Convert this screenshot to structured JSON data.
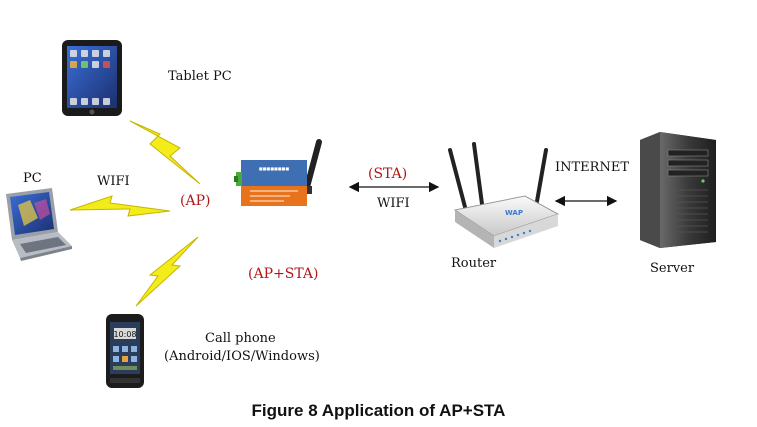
{
  "labels": {
    "tablet": "Tablet PC",
    "pc": "PC",
    "wifi_left": "WIFI",
    "ap": "(AP)",
    "ap_sta": "(AP+STA)",
    "sta": "(STA)",
    "wifi_mid": "WIFI",
    "router": "Router",
    "internet": "INTERNET",
    "server": "Server",
    "phone_line1": "Call phone",
    "phone_line2": "(Android/IOS/Windows)"
  },
  "caption": "Figure 8 Application of AP+STA",
  "colors": {
    "bolt": "#f2ec1a",
    "accent_red": "#b01818",
    "device_orange": "#e8731c",
    "device_blue": "#3d6fb2"
  },
  "icons": [
    "tablet-icon",
    "laptop-icon",
    "phone-icon",
    "wifi-module-icon",
    "router-icon",
    "server-icon",
    "lightning-bolt-icon",
    "double-arrow-icon"
  ]
}
